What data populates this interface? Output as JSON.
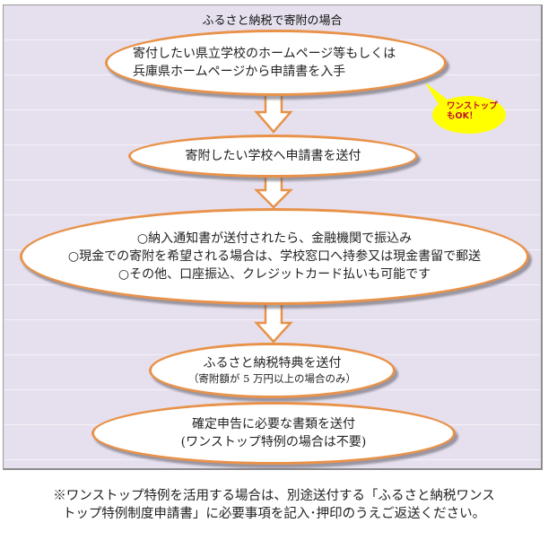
{
  "title": "ふるさと納税で寄附の場合",
  "steps": [
    {
      "lines": [
        "寄付したい県立学校のホームページ等もしくは",
        "兵庫県ホームページから申請書を入手"
      ]
    },
    {
      "lines": [
        "寄附したい学校へ申請書を送付"
      ]
    },
    {
      "lines": [
        "○納入通知書が送付されたら、金融機関で振込み",
        "○現金での寄附を希望される場合は、学校窓口へ持参又は現金書留で郵送",
        "○その他、口座振込、クレジットカード払いも可能です"
      ]
    },
    {
      "lines": [
        "ふるさと納税特典を送付",
        "（寄附額が 5 万円以上の場合のみ）"
      ]
    },
    {
      "lines": [
        "確定申告に必要な書類を送付",
        "(ワンストップ特例の場合は不要)"
      ]
    }
  ],
  "callout": {
    "lines": [
      "ワンストップ",
      "もOK！"
    ]
  },
  "footnote": {
    "lines": [
      "※ワンストップ特例を活用する場合は、別途送付する「ふるさと納税ワンス",
      "トップ特例制度申請書」に必要事項を記入･押印のうえご返送ください。"
    ]
  },
  "colors": {
    "panel_background": "#e6e0ee",
    "box_border": "#e8924a",
    "arrow_stroke": "#e8924a",
    "callout_fill": "#ffff00",
    "callout_text": "#c0102a"
  },
  "icons": {
    "arrow": "down-arrow-icon"
  }
}
